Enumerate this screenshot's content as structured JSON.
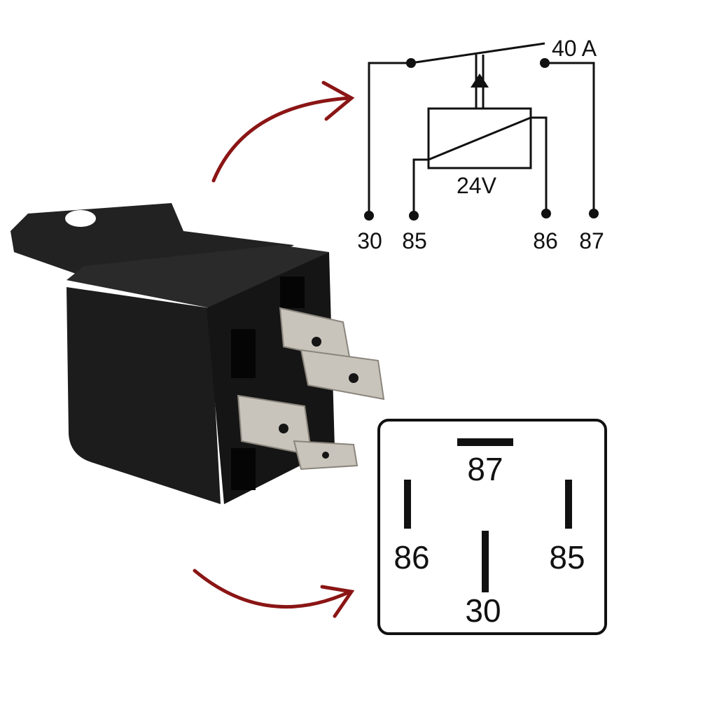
{
  "schematic": {
    "current_rating": "40 A",
    "coil_voltage": "24V",
    "pins": [
      "30",
      "85",
      "86",
      "87"
    ]
  },
  "pinout": {
    "top": "87",
    "left": "86",
    "right": "85",
    "bottom": "30"
  },
  "colors": {
    "arrow": "#8b1515",
    "relay_body": "#1a1a1a",
    "terminal": "#c9c4bb"
  }
}
